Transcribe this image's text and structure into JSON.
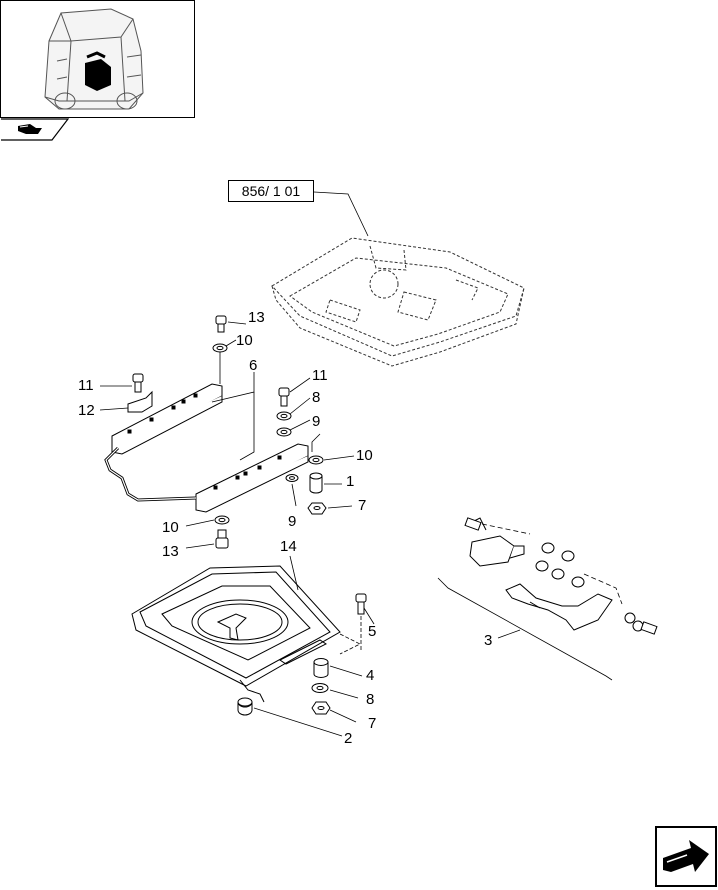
{
  "reference_box": "856/ 1 01",
  "callouts": {
    "c13_top": "13",
    "c10_top": "10",
    "c6": "6",
    "c11_left": "11",
    "c12": "12",
    "c11_mid": "11",
    "c8_mid": "8",
    "c9_mid": "9",
    "c10_right": "10",
    "c1": "1",
    "c7_mid": "7",
    "c9_low": "9",
    "c10_low": "10",
    "c13_low": "13",
    "c14": "14",
    "c5": "5",
    "c4": "4",
    "c8_low": "8",
    "c7_low": "7",
    "c2": "2",
    "c3": "3"
  },
  "icons": {
    "thumbnail": "tractor-cab-thumbnail",
    "tab": "view-tab-arrow-icon",
    "nav": "next-page-arrow-icon"
  }
}
